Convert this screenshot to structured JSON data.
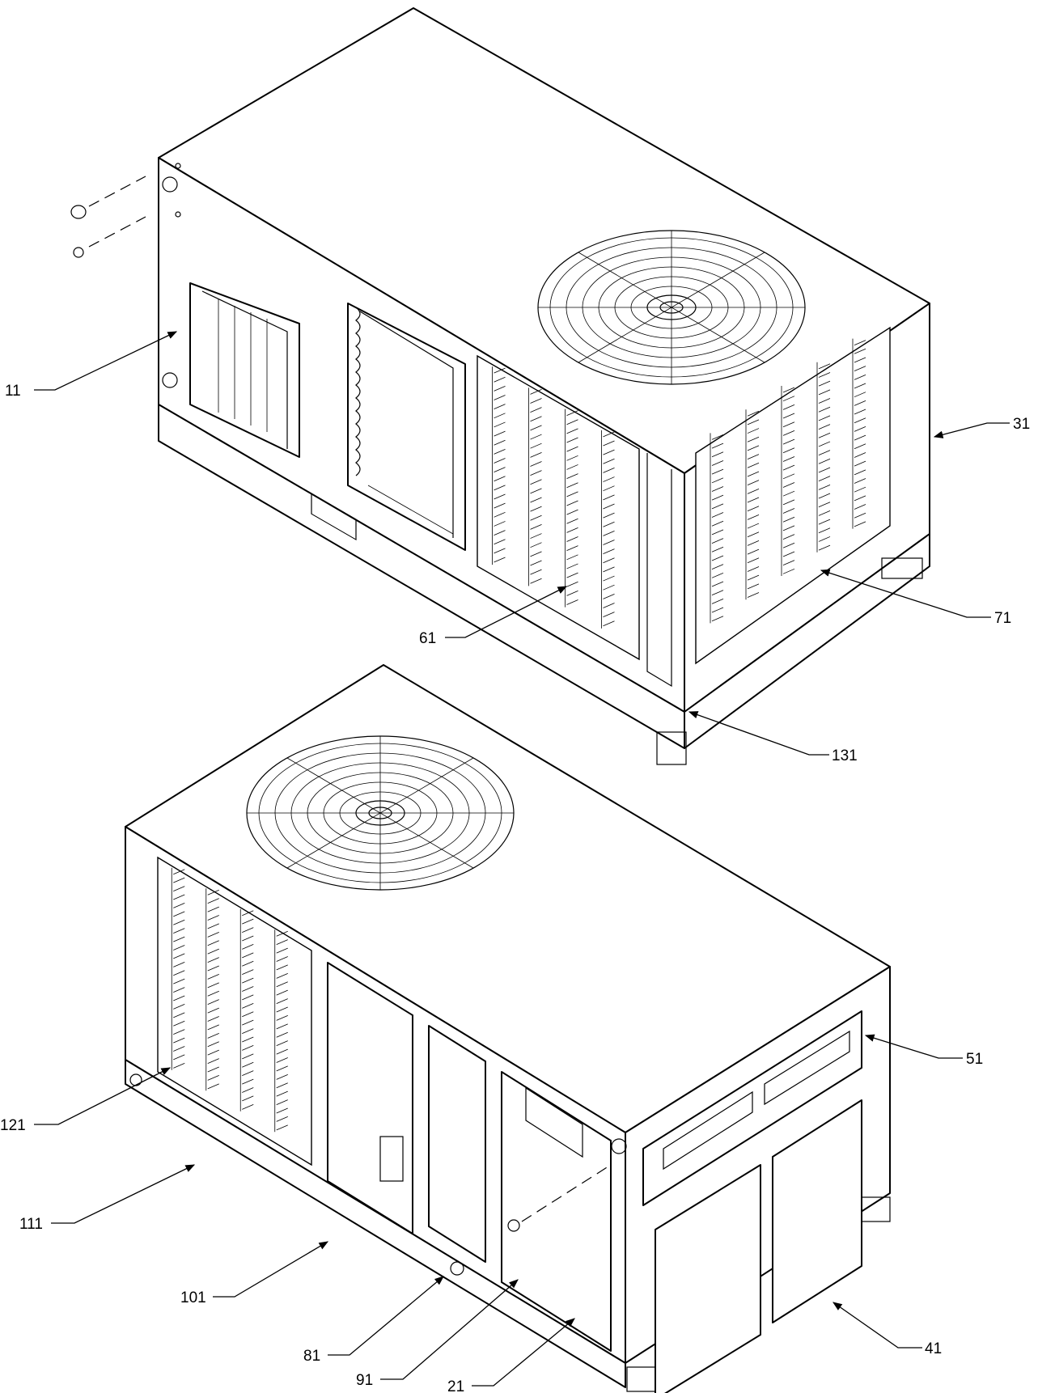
{
  "diagram": {
    "callouts": [
      {
        "id": "c11",
        "text": "11"
      },
      {
        "id": "c31",
        "text": "31"
      },
      {
        "id": "c61",
        "text": "61"
      },
      {
        "id": "c71",
        "text": "71"
      },
      {
        "id": "c131",
        "text": "131"
      },
      {
        "id": "c51",
        "text": "51"
      },
      {
        "id": "c121",
        "text": "121"
      },
      {
        "id": "c111",
        "text": "111"
      },
      {
        "id": "c101",
        "text": "101"
      },
      {
        "id": "c41",
        "text": "41"
      },
      {
        "id": "c81",
        "text": "81"
      },
      {
        "id": "c91",
        "text": "91"
      },
      {
        "id": "c21",
        "text": "21"
      }
    ]
  },
  "colors": {
    "line": "#000000",
    "background": "#ffffff"
  }
}
